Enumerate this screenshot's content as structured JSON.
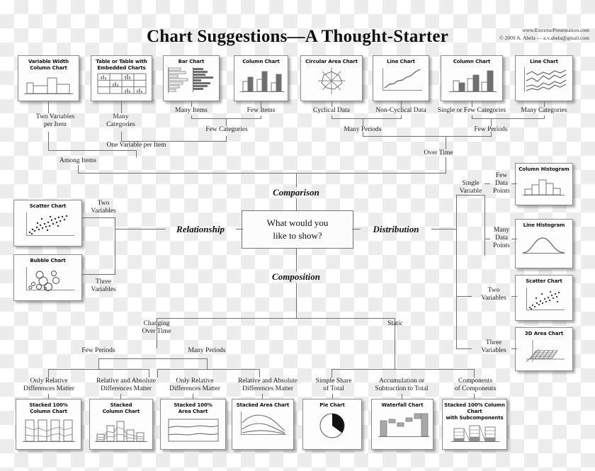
{
  "header": {
    "title": "Chart Suggestions—A Thought-Starter",
    "website": "www.ExtremePresentation.com",
    "copyright": "© 2009  A. Abela — a.v.abela@gmail.com"
  },
  "hub": {
    "line1": "What would you",
    "line2": "like to show?"
  },
  "branches": {
    "comparison": "Comparison",
    "relationship": "Relationship",
    "distribution": "Distribution",
    "composition": "Composition"
  },
  "charts": {
    "variable_width_column": "Variable Width\nColumn Chart",
    "table_embedded": "Table or Table with\nEmbedded Charts",
    "bar": "Bar Chart",
    "column": "Column Chart",
    "circular_area": "Circular Area Chart",
    "line": "Line Chart",
    "column2": "Column Chart",
    "line2": "Line Chart",
    "scatter": "Scatter Chart",
    "bubble": "Bubble Chart",
    "column_histogram": "Column Histogram",
    "line_histogram": "Line Histogram",
    "scatter2": "Scatter Chart",
    "area3d": "3D Area Chart",
    "stacked_100_column": "Stacked 100%\nColumn Chart",
    "stacked_column": "Stacked\nColumn Chart",
    "stacked_100_area": "Stacked 100%\nArea Chart",
    "stacked_area": "Stacked Area Chart",
    "pie": "Pie Chart",
    "waterfall": "Waterfall Chart",
    "stacked_100_sub": "Stacked 100% Column Chart\nwith Subcomponents"
  },
  "labels": {
    "two_variables_per_item": "Two Variables\nper Item",
    "many_categories": "Many\nCategories",
    "many_items": "Many Items",
    "few_items": "Few Items",
    "few_categories": "Few Categories",
    "one_variable_per_item": "One Variable per Item",
    "among_items": "Among Items",
    "cyclical_data": "Cyclical Data",
    "non_cyclical_data": "Non-Cyclical Data",
    "single_or_few_categories": "Single or Few Categories",
    "many_categories_2": "Many Categories",
    "many_periods_top": "Many Periods",
    "few_periods_top": "Few Periods",
    "over_time": "Over Time",
    "two_variables_left": "Two\nVariables",
    "three_variables_left": "Three\nVariables",
    "single_variable": "Single\nVariable",
    "few_data_points": "Few\nData\nPoints",
    "many_data_points": "Many\nData\nPoints",
    "two_variables_right": "Two\nVariables",
    "three_variables_right": "Three\nVariables",
    "changing_over_time": "Changing\nOver Time",
    "static": "Static",
    "few_periods_bottom": "Few Periods",
    "many_periods_bottom": "Many Periods",
    "only_relative_1": "Only Relative\nDifferences Matter",
    "rel_abs_1": "Relative and Absolute\nDifferences Matter",
    "only_relative_2": "Only Relative\nDifferences Matter",
    "rel_abs_2": "Relative and Absolute\nDifferences Matter",
    "simple_share": "Simple Share\nof Total",
    "accumulation": "Accumulation or\nSubtraction to Total",
    "components": "Components\nof Components"
  },
  "colors": {
    "line": "#6f6f77",
    "card_border": "#8b8b8b",
    "text": "#1c1c1c",
    "fill_dark": "#6e6e6e",
    "fill_light": "#ffffff"
  }
}
